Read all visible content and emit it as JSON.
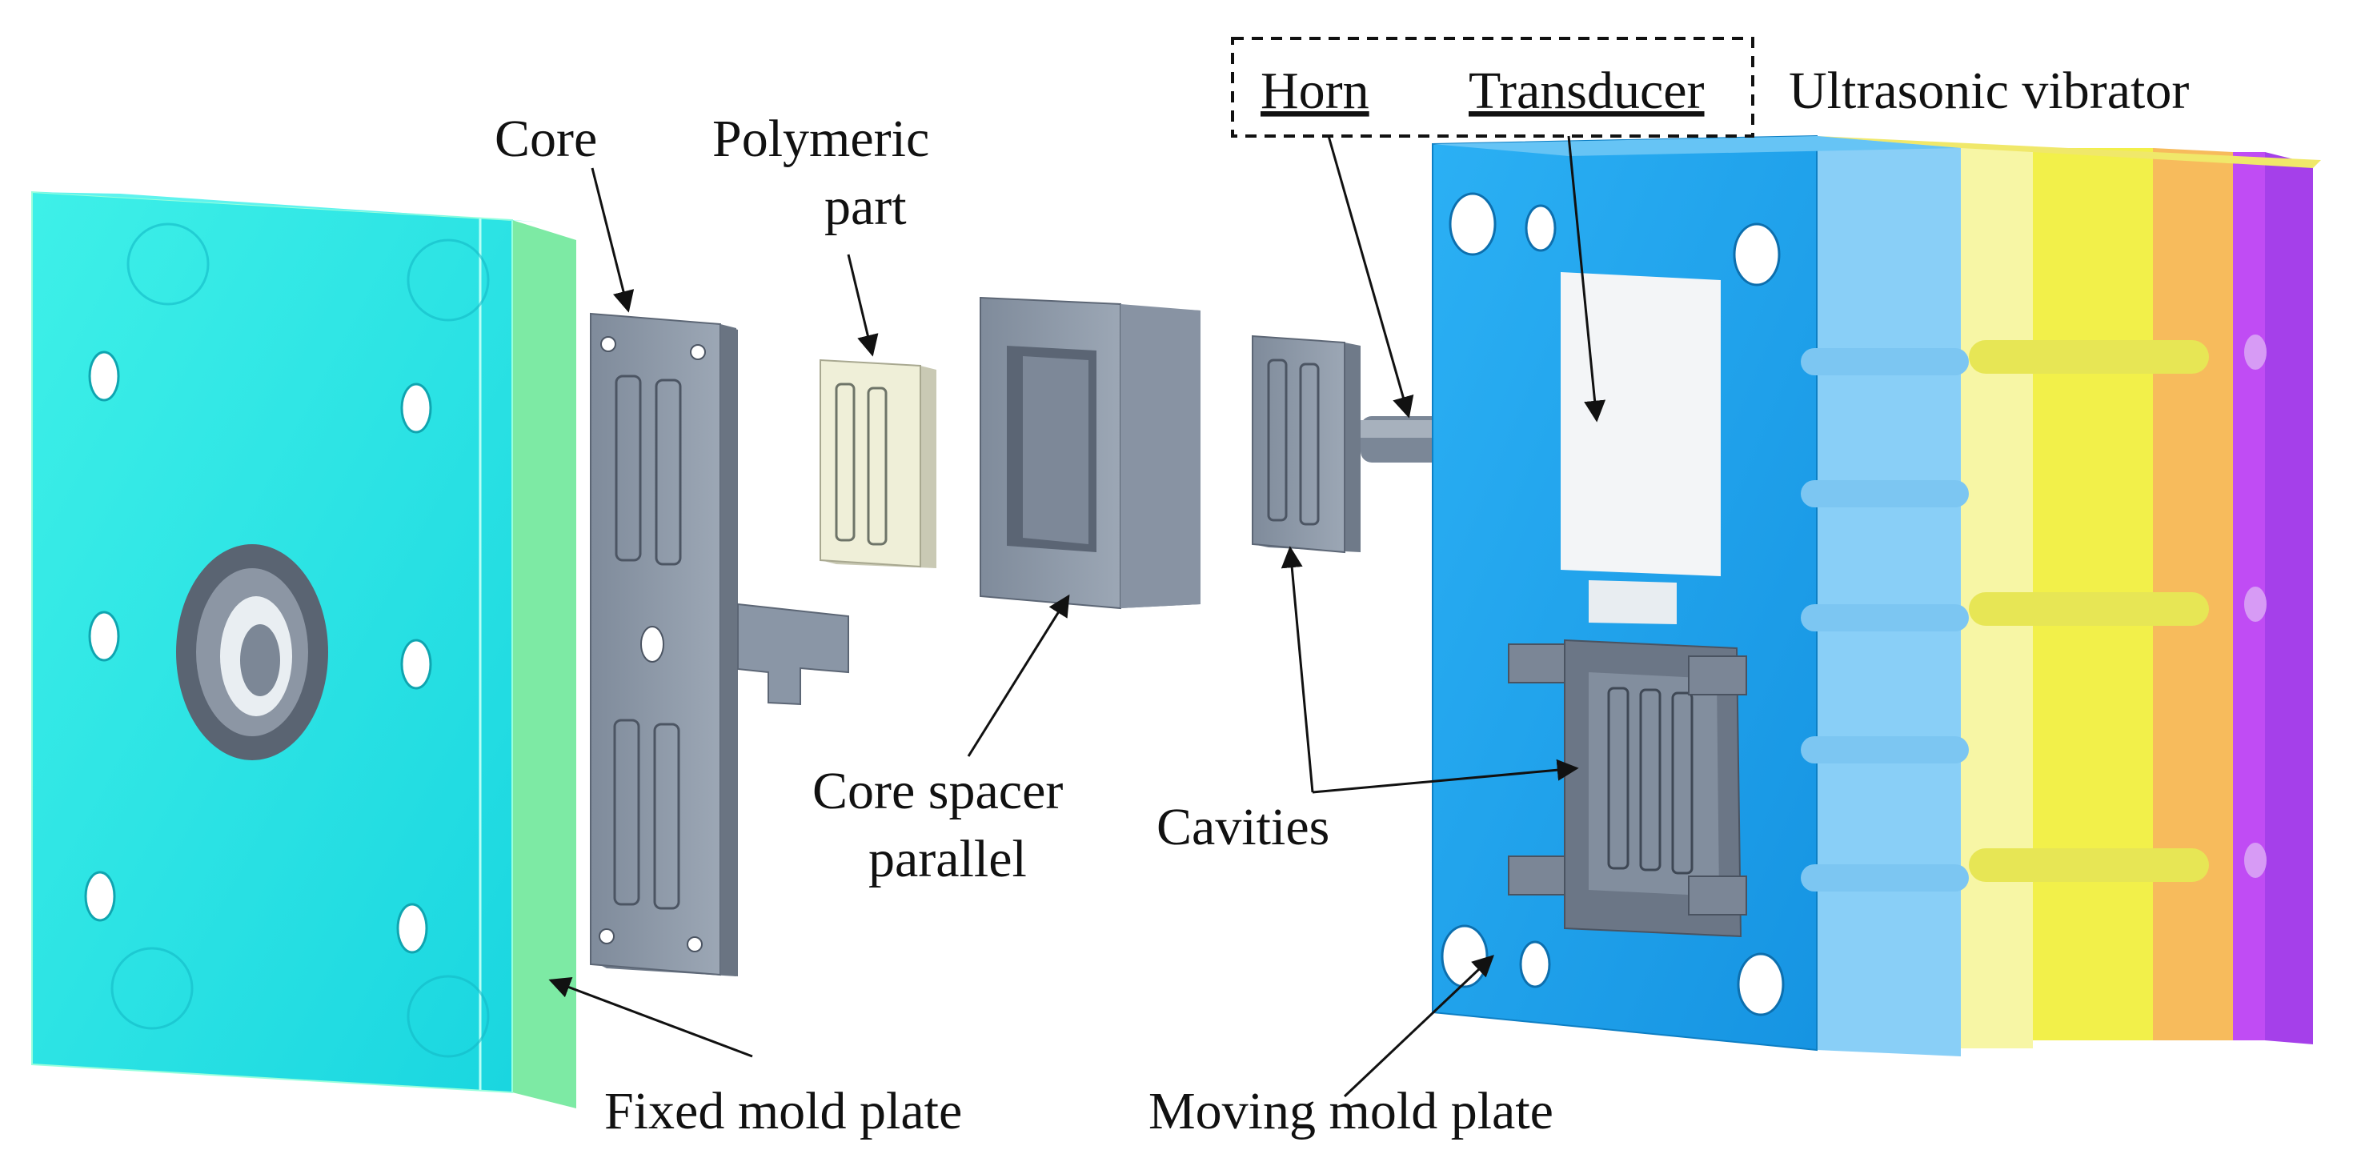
{
  "labels": {
    "core": "Core",
    "polymeric_part_line1": "Polymeric",
    "polymeric_part_line2": "part",
    "horn": "Horn",
    "transducer": "Transducer",
    "ultrasonic_vibrator": "Ultrasonic vibrator",
    "core_spacer_line1": "Core spacer",
    "core_spacer_line2": "parallel",
    "cavities": "Cavities",
    "fixed_mold_plate": "Fixed mold plate",
    "moving_mold_plate": "Moving mold plate"
  },
  "colors": {
    "fixed_plate": "#2ee6e6",
    "fixed_plate_back": "#6fe89a",
    "steel": "#8a96a6",
    "polymer": "#efefd8",
    "moving_plate": "#1aa6ee",
    "yellow_plate": "#f4f35a",
    "orange_plate": "#f6b84a",
    "magenta_plate": "#b84cf0"
  }
}
